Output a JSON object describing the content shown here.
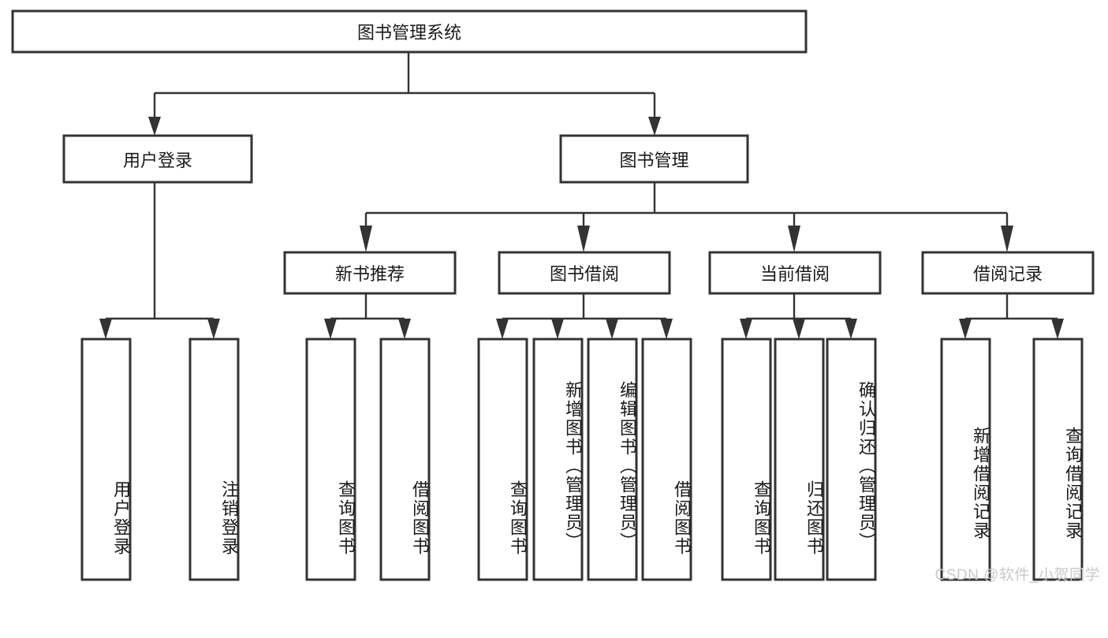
{
  "diagram": {
    "type": "tree",
    "title_node": "图书管理系统",
    "watermark": "CSDN @软件_小贺同学",
    "colors": {
      "box_stroke": "#333333",
      "box_fill": "#ffffff",
      "connector": "#333333",
      "text": "#1a1a1a",
      "watermark": "#c9c9c9",
      "background": "#ffffff"
    },
    "root": {
      "id": "root",
      "label": "图书管理系统"
    },
    "level2": [
      {
        "id": "user-login",
        "label": "用户登录"
      },
      {
        "id": "book-management",
        "label": "图书管理"
      }
    ],
    "level3": [
      {
        "id": "new-book-recommend",
        "label": "新书推荐"
      },
      {
        "id": "book-borrow",
        "label": "图书借阅"
      },
      {
        "id": "current-borrow",
        "label": "当前借阅"
      },
      {
        "id": "borrow-record",
        "label": "借阅记录"
      }
    ],
    "leaves": {
      "user_login": [
        {
          "id": "leaf-user-login",
          "label": "用户登录"
        },
        {
          "id": "leaf-logout",
          "label": "注销登录"
        }
      ],
      "new_book_recommend": [
        {
          "id": "leaf-query-book-1",
          "label": "查询图书"
        },
        {
          "id": "leaf-borrow-book-1",
          "label": "借阅图书"
        }
      ],
      "book_borrow": [
        {
          "id": "leaf-query-book-2",
          "label": "查询图书"
        },
        {
          "id": "leaf-add-book",
          "label": "新增图书（管理员）"
        },
        {
          "id": "leaf-edit-book",
          "label": "编辑图书（管理员）"
        },
        {
          "id": "leaf-borrow-book-2",
          "label": "借阅图书"
        }
      ],
      "current_borrow": [
        {
          "id": "leaf-query-book-3",
          "label": "查询图书"
        },
        {
          "id": "leaf-return-book",
          "label": "归还图书"
        },
        {
          "id": "leaf-confirm-return",
          "label": "确认归还（管理员）"
        }
      ],
      "borrow_record": [
        {
          "id": "leaf-add-record",
          "label": "新增借阅记录"
        },
        {
          "id": "leaf-query-record",
          "label": "查询借阅记录"
        }
      ]
    }
  }
}
